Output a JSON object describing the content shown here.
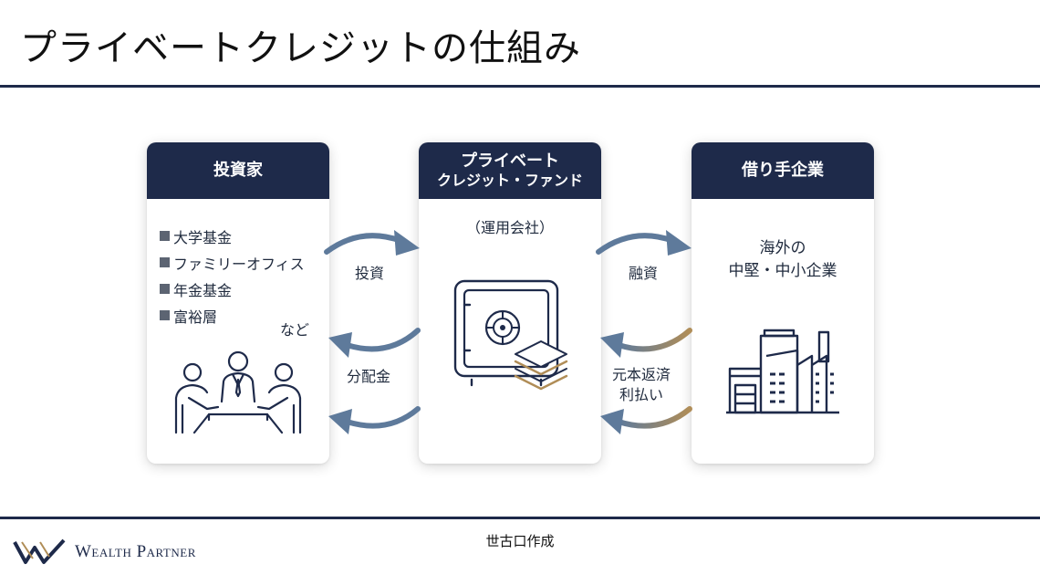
{
  "title": "プライベートクレジットの仕組み",
  "colors": {
    "navy": "#1e2a4a",
    "arrow_blue": "#5e7a9b",
    "arrow_gold": "#b08d57"
  },
  "investor": {
    "header": "投資家",
    "items": [
      "大学基金",
      "ファミリーオフィス",
      "年金基金",
      "富裕層"
    ],
    "etc": "など",
    "icon": "business-people-meeting-icon"
  },
  "fund": {
    "header_line1": "プライベート",
    "header_line2": "クレジット・ファンド",
    "subtitle": "（運用会社）",
    "icon": "safe-with-layers-icon"
  },
  "borrower": {
    "header": "借り手企業",
    "desc_line1": "海外の",
    "desc_line2": "中堅・中小企業",
    "icon": "factory-icon"
  },
  "flows": {
    "investment": "投資",
    "distribution": "分配金",
    "financing": "融資",
    "repay_line1": "元本返済",
    "repay_line2": "利払い"
  },
  "footer": {
    "brand": "Wealth Partner",
    "credit": "世古口作成"
  }
}
